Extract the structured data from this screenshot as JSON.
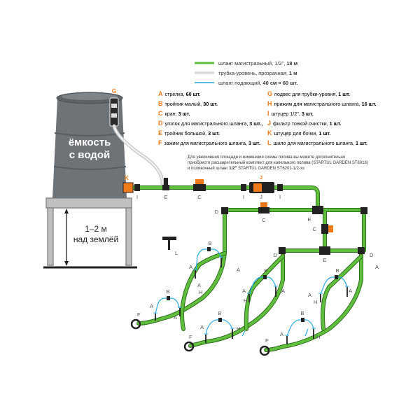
{
  "legend": [
    {
      "text": "шланг магистральный, 1/2\", ",
      "bold": "18 м",
      "color": "#5fbf3c"
    },
    {
      "text": "трубка-уровень, прозрачная, ",
      "bold": "1 м",
      "color": "#d9d9d9"
    },
    {
      "text": "шланг подающий, ",
      "bold": "40 см × 60 шт.",
      "color": "#2aa9e0"
    }
  ],
  "parts_left": [
    {
      "letter": "A",
      "text": "стрелка, ",
      "bold": "60 шт."
    },
    {
      "letter": "B",
      "text": "тройник малый, ",
      "bold": "30 шт."
    },
    {
      "letter": "C",
      "text": "кран, ",
      "bold": "3 шт."
    },
    {
      "letter": "D",
      "text": "уголок для магистрального шланга, ",
      "bold": "3 шт.,"
    },
    {
      "letter": "E",
      "text": "тройник большой, ",
      "bold": "3 шт."
    },
    {
      "letter": "F",
      "text": "зажим для магистрального шланга, ",
      "bold": "3 шт."
    }
  ],
  "parts_right": [
    {
      "letter": "G",
      "text": "подвес для трубки-уровня, ",
      "bold": "1 шт."
    },
    {
      "letter": "H",
      "text": "прижим для магистрального шланга, ",
      "bold": "16 шт."
    },
    {
      "letter": "I",
      "text": "штуцер 1/2\", ",
      "bold": "3 шт."
    },
    {
      "letter": "J",
      "text": "фильтр тонкой очистки, ",
      "bold": "1 шт."
    },
    {
      "letter": "K",
      "text": "штуцер для бочки, ",
      "bold": "1 шт."
    },
    {
      "letter": "L",
      "text": "шило для магистрального шланга, ",
      "bold": "1 шт."
    }
  ],
  "note_line1": "Для увеличения площади и изменения схемы полива вы можете дополнительно",
  "note_line2": "приобрести расширительный комплект для капельного полива (STARTUL GARDEN ST6018)",
  "note_line3_pre": "и поливочный шланг ",
  "note_line3_bold": "1/2\"",
  "note_line3_post": " STARTUL GARDEN ST6201-1/2-хх",
  "tank_label_1": "ёмкость",
  "tank_label_2": "с водой",
  "height_label_1": "1–2 м",
  "height_label_2": "над землёй",
  "fitting_labels": {
    "G": "G",
    "K": "K",
    "I": "I",
    "E": "E",
    "C": "C",
    "J": "J",
    "D": "D",
    "A": "A",
    "B": "B",
    "H": "H",
    "F": "F",
    "L": "L"
  },
  "colors": {
    "hose": "#5fbf3c",
    "hose_outline": "#2f6e1f",
    "level_tube": "#d9d9d9",
    "drip": "#2aa9e0",
    "accent": "#f07a1a",
    "tank": "#6e7378",
    "stand": "#8c8c8c",
    "dark": "#222222"
  }
}
